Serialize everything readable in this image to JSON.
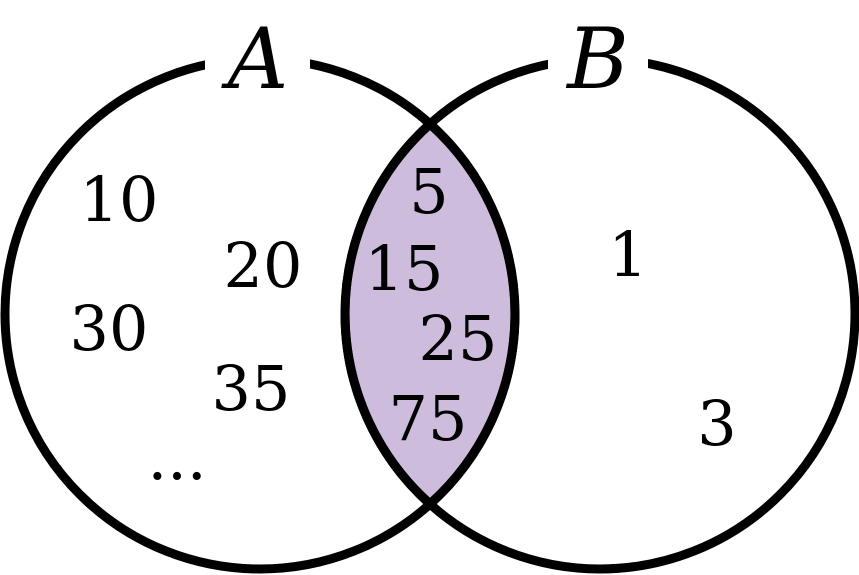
{
  "diagram": {
    "type": "venn",
    "colors": {
      "outline": "#000000",
      "intersection_fill": "#cebcdd",
      "background": "#ffffff"
    },
    "set_a": {
      "label": "A",
      "only_elements": [
        "10",
        "20",
        "30",
        "35",
        "..."
      ]
    },
    "set_b": {
      "label": "B",
      "only_elements": [
        "1",
        "3"
      ]
    },
    "intersection": {
      "shaded": true,
      "elements": [
        "5",
        "15",
        "25",
        "75"
      ]
    }
  }
}
